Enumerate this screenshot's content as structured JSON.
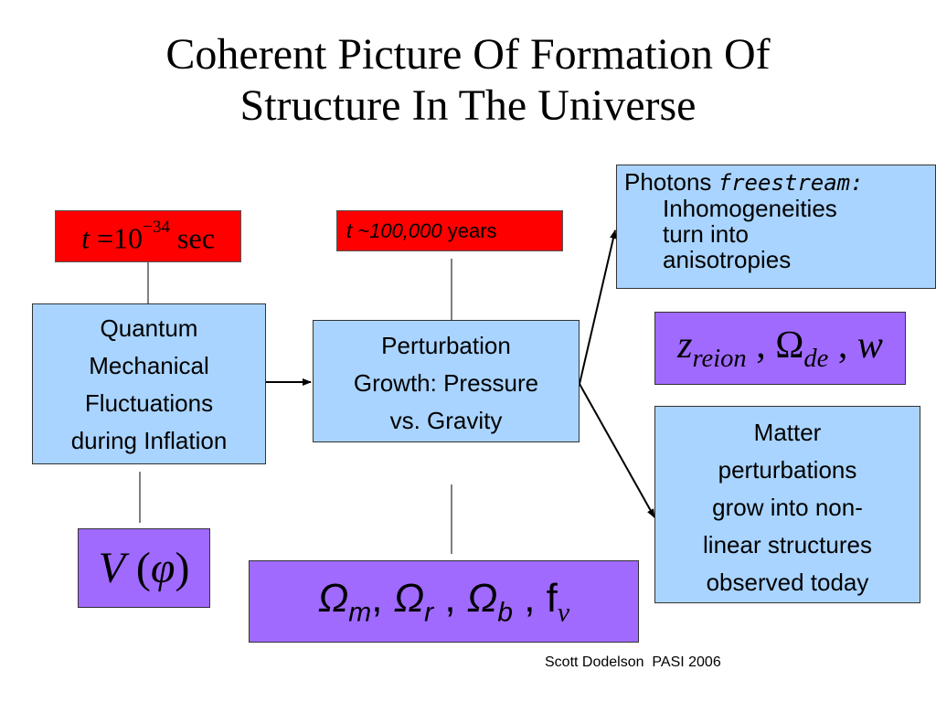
{
  "title": {
    "line1": "Coherent Picture Of Formation Of",
    "line2": "Structure In The Universe"
  },
  "time_inflation": {
    "t": "t",
    "eq": "=",
    "base": "10",
    "exp": "−34",
    "unit": "sec"
  },
  "time_recomb": {
    "t": "t",
    "value": "~100,000",
    "unit": "years"
  },
  "quantum_box": {
    "lines": [
      "Quantum",
      "Mechanical",
      "Fluctuations",
      "during Inflation"
    ]
  },
  "potential": {
    "V": "V",
    "open": "(",
    "phi": "φ",
    "close": ")"
  },
  "perturbation_box": {
    "lines": [
      "Perturbation",
      "Growth: Pressure",
      "vs. Gravity"
    ]
  },
  "omega_params": {
    "omega": "Ω",
    "m": "m",
    "r": "r",
    "b": "b",
    "f": "f",
    "nu": "ν",
    "comma": ","
  },
  "photons_box": {
    "lead": "Photons",
    "emph": "freestream",
    "colon": ":",
    "lines": [
      "Inhomogeneities",
      "turn into",
      "anisotropies"
    ]
  },
  "reion_params": {
    "z": "z",
    "reion": "reion",
    "omega": "Ω",
    "de": "de",
    "w": "w",
    "comma": ","
  },
  "matter_box": {
    "lines": [
      "Matter",
      "perturbations",
      "grow into non-",
      "linear structures",
      "observed today"
    ]
  },
  "footer": {
    "author": "Scott Dodelson",
    "venue": "PASI 2006"
  },
  "colors": {
    "red_box": "#ff0000",
    "blue_box": "#a9d4ff",
    "purple_box": "#a06aff"
  }
}
